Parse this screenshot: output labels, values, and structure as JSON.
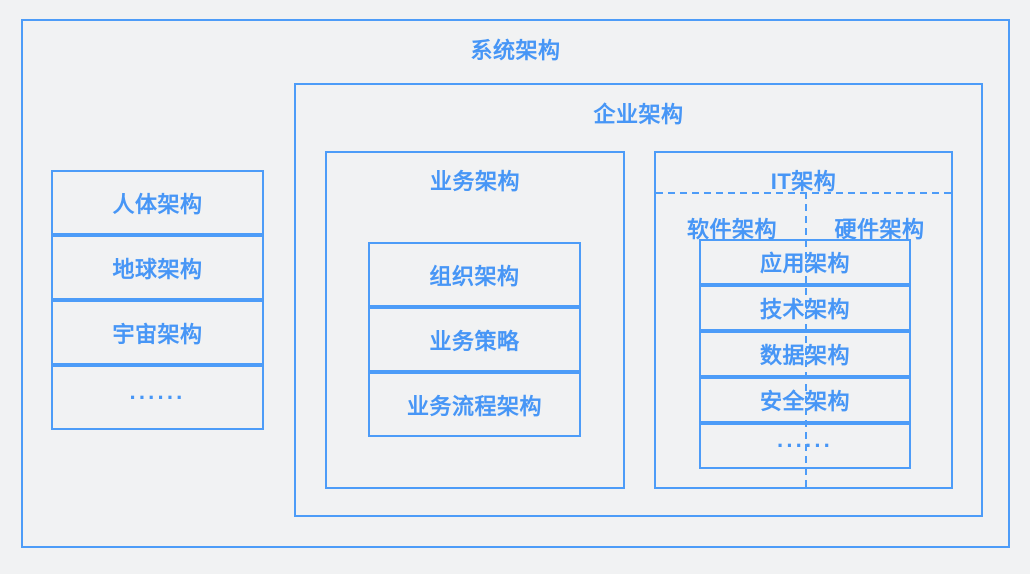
{
  "colors": {
    "accent_border": "#4d9cf8",
    "accent_text": "#4796f6",
    "background": "#f1f2f3"
  },
  "diagram": {
    "system": {
      "title": "系统架构"
    },
    "left_stack": {
      "items": [
        "人体架构",
        "地球架构",
        "宇宙架构",
        "······"
      ]
    },
    "enterprise": {
      "title": "企业架构",
      "business": {
        "title": "业务架构",
        "items": [
          "组织架构",
          "业务策略",
          "业务流程架构"
        ]
      },
      "it": {
        "title": "IT架构",
        "software_label": "软件架构",
        "hardware_label": "硬件架构",
        "items": [
          "应用架构",
          "技术架构",
          "数据架构",
          "安全架构",
          "······"
        ]
      }
    }
  }
}
